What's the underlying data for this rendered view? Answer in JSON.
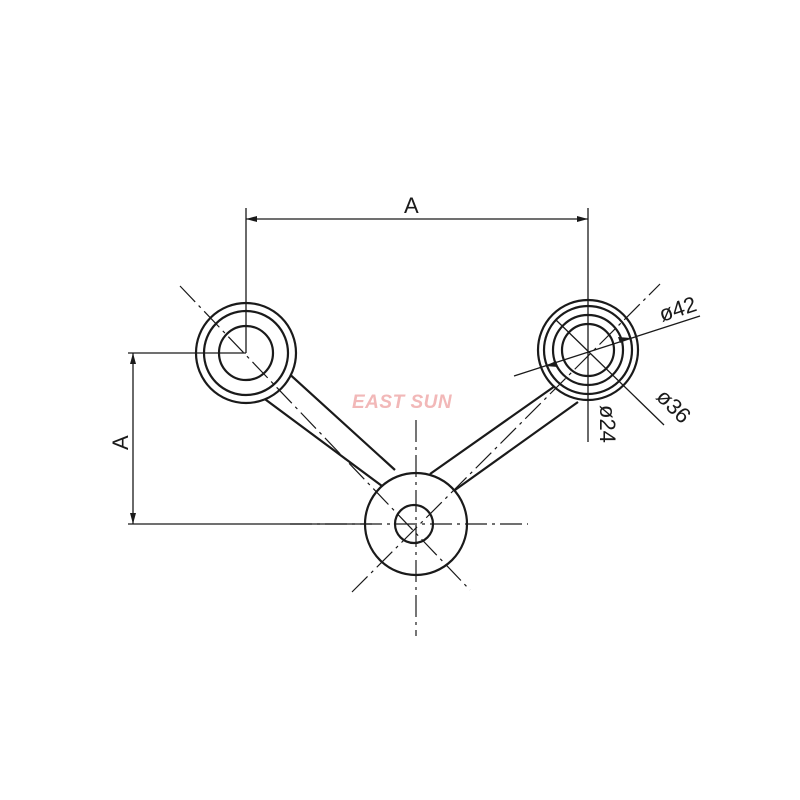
{
  "dimensions": {
    "horizontal_label": "A",
    "vertical_label": "A",
    "outer_diameter": "ø42",
    "middle_diameter": "ø36",
    "inner_diameter": "ø24"
  },
  "watermark": {
    "text": "EAST SUN"
  },
  "colors": {
    "line": "#1a1a1a",
    "watermark": "#f2b8b8",
    "background": "#ffffff"
  }
}
